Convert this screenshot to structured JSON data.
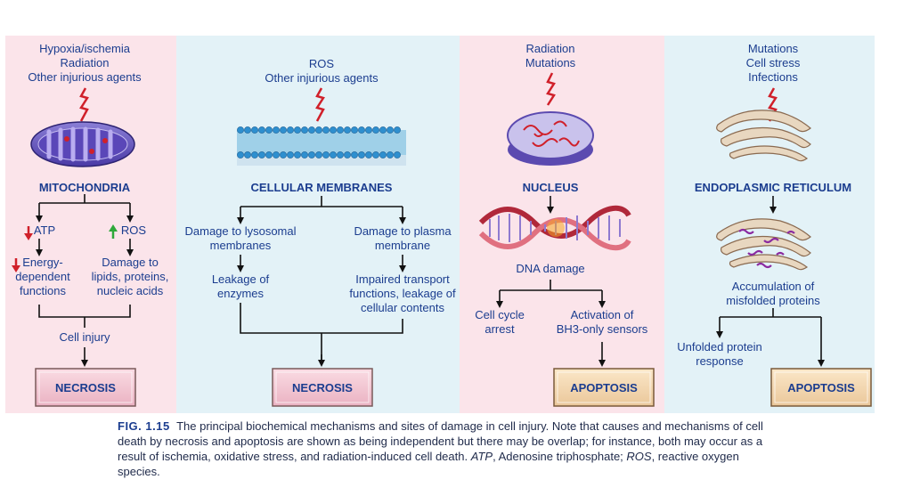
{
  "panels": [
    {
      "causes": [
        "Hypoxia/ischemia",
        "Radiation",
        "Other injurious agents"
      ],
      "site": "MITOCHONDRIA",
      "branches": [
        {
          "title": "ATP",
          "arrow": "down",
          "lines": []
        },
        {
          "title": "ROS",
          "arrow": "up",
          "lines": []
        }
      ],
      "left_steps": [
        "Energy-",
        "dependent",
        "functions"
      ],
      "right_steps": [
        "Damage to",
        "lipids, proteins,",
        "nucleic acids"
      ],
      "merge": "Cell injury",
      "outcome": "NECROSIS"
    },
    {
      "causes": [
        "ROS",
        "Other injurious agents"
      ],
      "site": "CELLULAR MEMBRANES",
      "left_a": [
        "Damage to lysosomal",
        "membranes"
      ],
      "left_b": [
        "Leakage of",
        "enzymes"
      ],
      "right_a": [
        "Damage to plasma",
        "membrane"
      ],
      "right_b": [
        "Impaired transport",
        "functions, leakage of",
        "cellular contents"
      ],
      "outcome": "NECROSIS"
    },
    {
      "causes": [
        "Radiation",
        "Mutations"
      ],
      "site": "NUCLEUS",
      "damage": "DNA damage",
      "left": [
        "Cell cycle",
        "arrest"
      ],
      "right": [
        "Activation of",
        "BH3-only sensors"
      ],
      "outcome": "APOPTOSIS"
    },
    {
      "causes": [
        "Mutations",
        "Cell stress",
        "Infections"
      ],
      "site": "ENDOPLASMIC RETICULUM",
      "accum": [
        "Accumulation of",
        "misfolded proteins"
      ],
      "left": [
        "Unfolded protein",
        "response"
      ],
      "outcome": "APOPTOSIS"
    }
  ],
  "caption": {
    "label": "FIG. 1.15",
    "text": "The principal biochemical mechanisms and sites of damage in cell injury. Note that causes and mechanisms of cell death by necrosis and apoptosis are shown as being independent but there may be overlap; for instance, both may occur as a result of ischemia, oxidative stress, and radiation-induced cell death.",
    "abbr1": "ATP",
    "abbr1_def": ", Adenosine triphosphate; ",
    "abbr2": "ROS",
    "abbr2_def": ", reactive oxygen species."
  },
  "colors": {
    "pink_panel": "#fbe4ea",
    "blue_panel": "#e3f2f7",
    "text_blue": "#1b3d8f",
    "box_pink": "#f6cdd8",
    "box_tan": "#f6deb8",
    "bolt_red": "#d0202a",
    "arrow_up_green": "#2fa83a",
    "arrow_down_red": "#d0202a"
  }
}
